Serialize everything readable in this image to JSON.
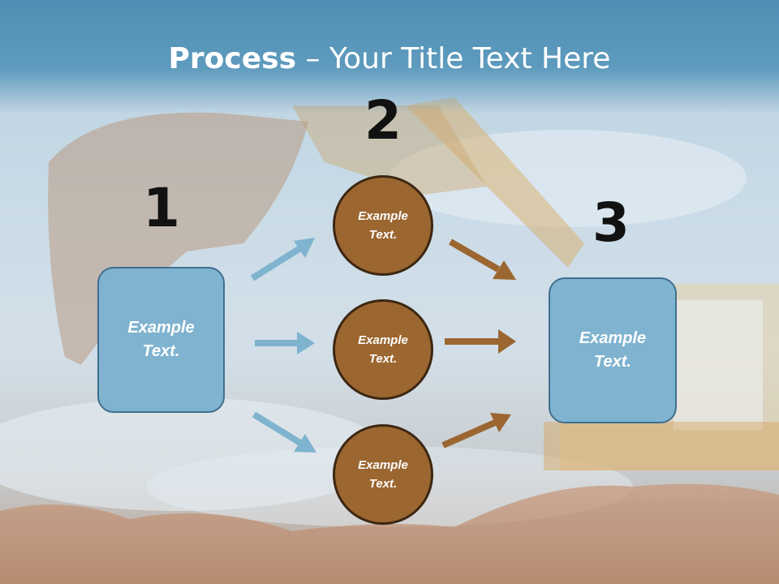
{
  "title": {
    "bold": "Process",
    "rest": " – Your Title Text Here"
  },
  "steps": {
    "one": "1",
    "two": "2",
    "three": "3"
  },
  "left_box": {
    "text": "Example\nText."
  },
  "right_box": {
    "text": "Example\nText."
  },
  "circles": [
    {
      "text": "Example\nText."
    },
    {
      "text": "Example\nText."
    },
    {
      "text": "Example\nText."
    }
  ],
  "colors": {
    "box_fill": "#7fb3cf",
    "circle_fill": "#9b6630",
    "blue_arrow": "#7fb3cf",
    "brown_arrow": "#9b6630",
    "title_bar": "#5e9bbe"
  }
}
